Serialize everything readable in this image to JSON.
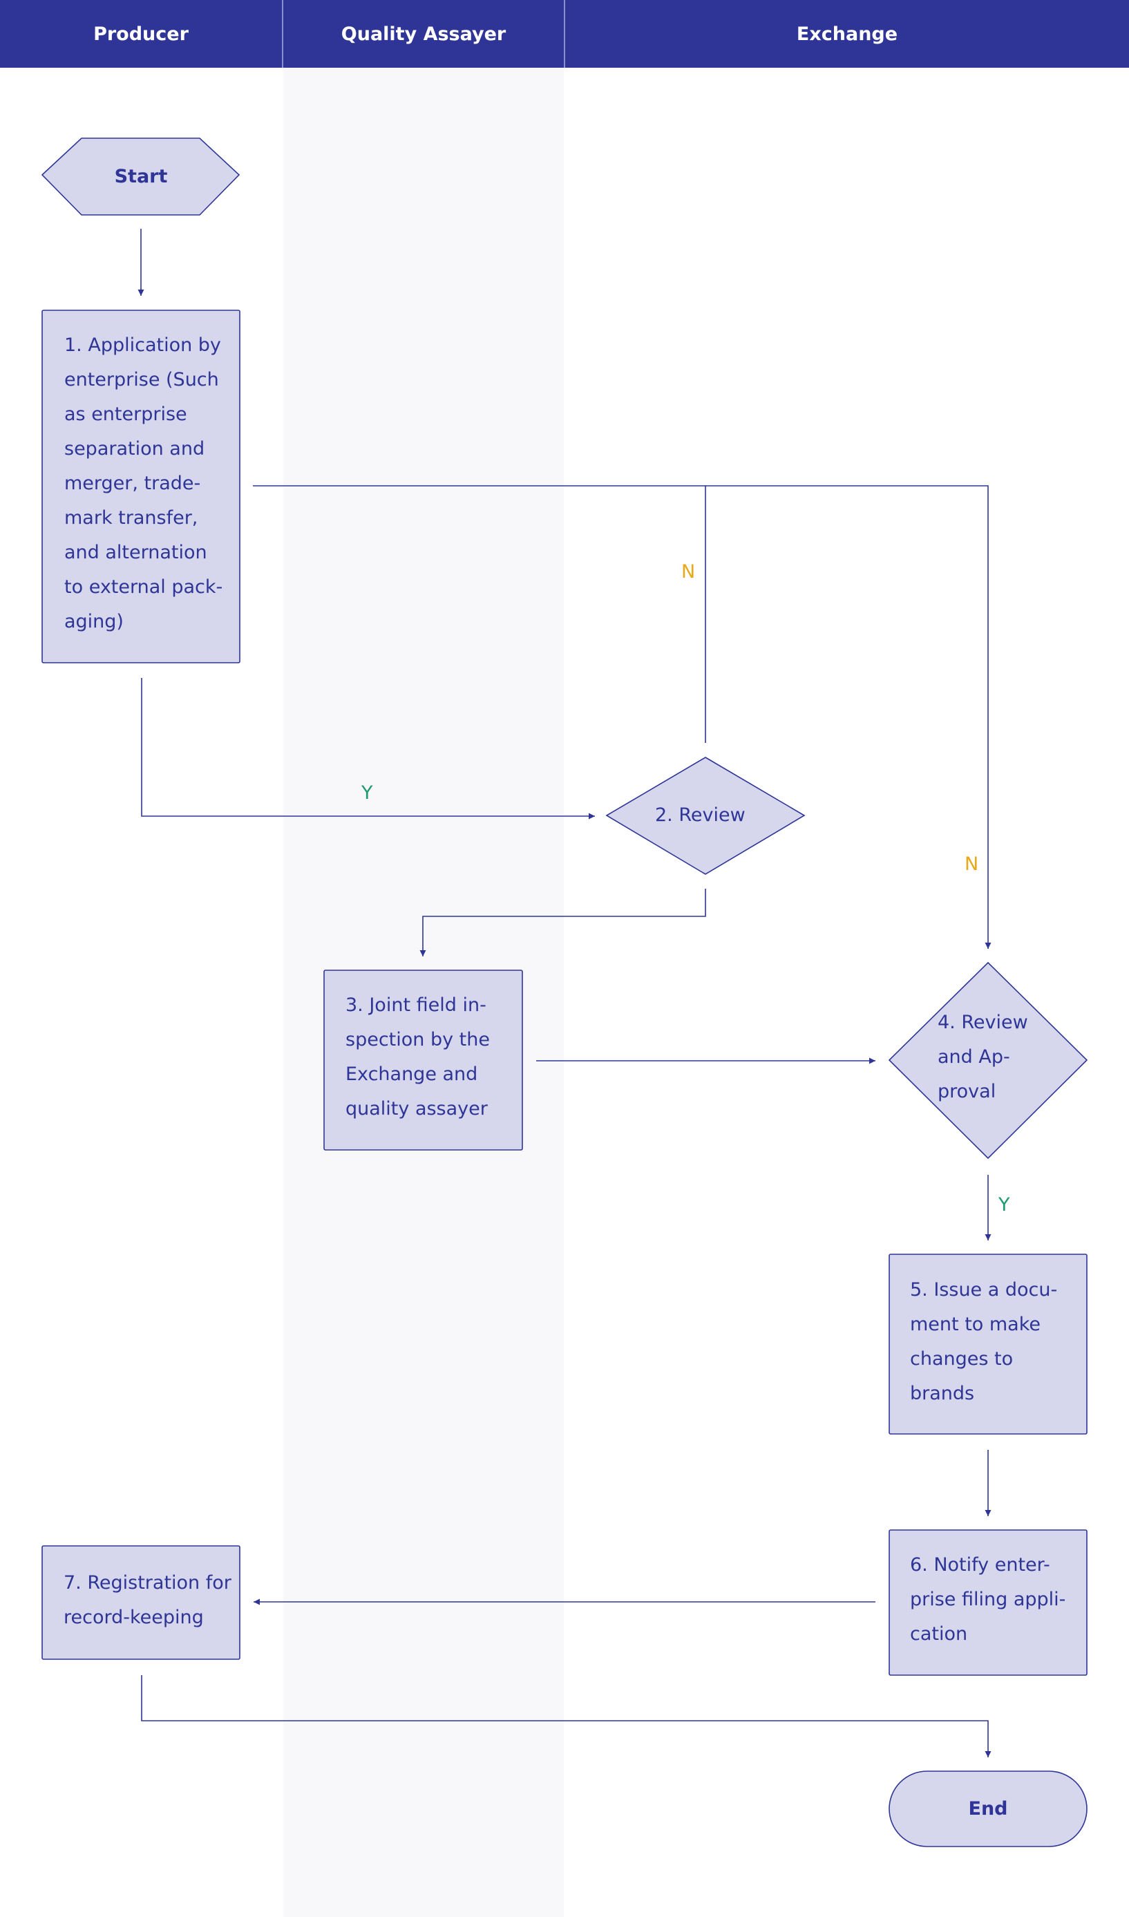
{
  "lanes": [
    {
      "id": "producer",
      "label": "Producer"
    },
    {
      "id": "quality_assayer",
      "label": "Quality Assayer"
    },
    {
      "id": "exchange",
      "label": "Exchange"
    }
  ],
  "colors": {
    "header": "#2e3596",
    "node_fill": "#d6d7ec",
    "stroke": "#2e3596",
    "lane_band": "#f8f8fa",
    "yes": "#1f9a6e",
    "no": "#e8a81a"
  },
  "nodes": {
    "start": {
      "shape": "hexagon",
      "text": "Start"
    },
    "step1": {
      "shape": "rectangle",
      "lines": [
        "1. Application by",
        "enterprise (Such",
        "as enterprise",
        "separation and",
        "merger, trade-",
        "mark transfer,",
        "and alternation",
        "to external pack-",
        "aging)"
      ]
    },
    "step2": {
      "shape": "diamond",
      "lines": [
        "2. Review"
      ]
    },
    "step3": {
      "shape": "rectangle",
      "lines": [
        "3. Joint field in-",
        "spection by the",
        "Exchange and",
        "quality assayer"
      ]
    },
    "step4": {
      "shape": "diamond",
      "lines": [
        "4. Review",
        "and Ap-",
        "proval"
      ]
    },
    "step5": {
      "shape": "rectangle",
      "lines": [
        "5. Issue a docu-",
        "ment to make",
        "changes to",
        "brands"
      ]
    },
    "step6": {
      "shape": "rectangle",
      "lines": [
        "6. Notify enter-",
        "prise filing appli-",
        "cation"
      ]
    },
    "step7": {
      "shape": "rectangle",
      "lines": [
        "7. Registration for",
        "record-keeping"
      ]
    },
    "end": {
      "shape": "terminal",
      "text": "End"
    }
  },
  "branch_labels": {
    "step1_to_step2": "Y",
    "step2_back_to_step1": "N",
    "step1_to_step4": "N",
    "step4_to_step5": "Y"
  }
}
